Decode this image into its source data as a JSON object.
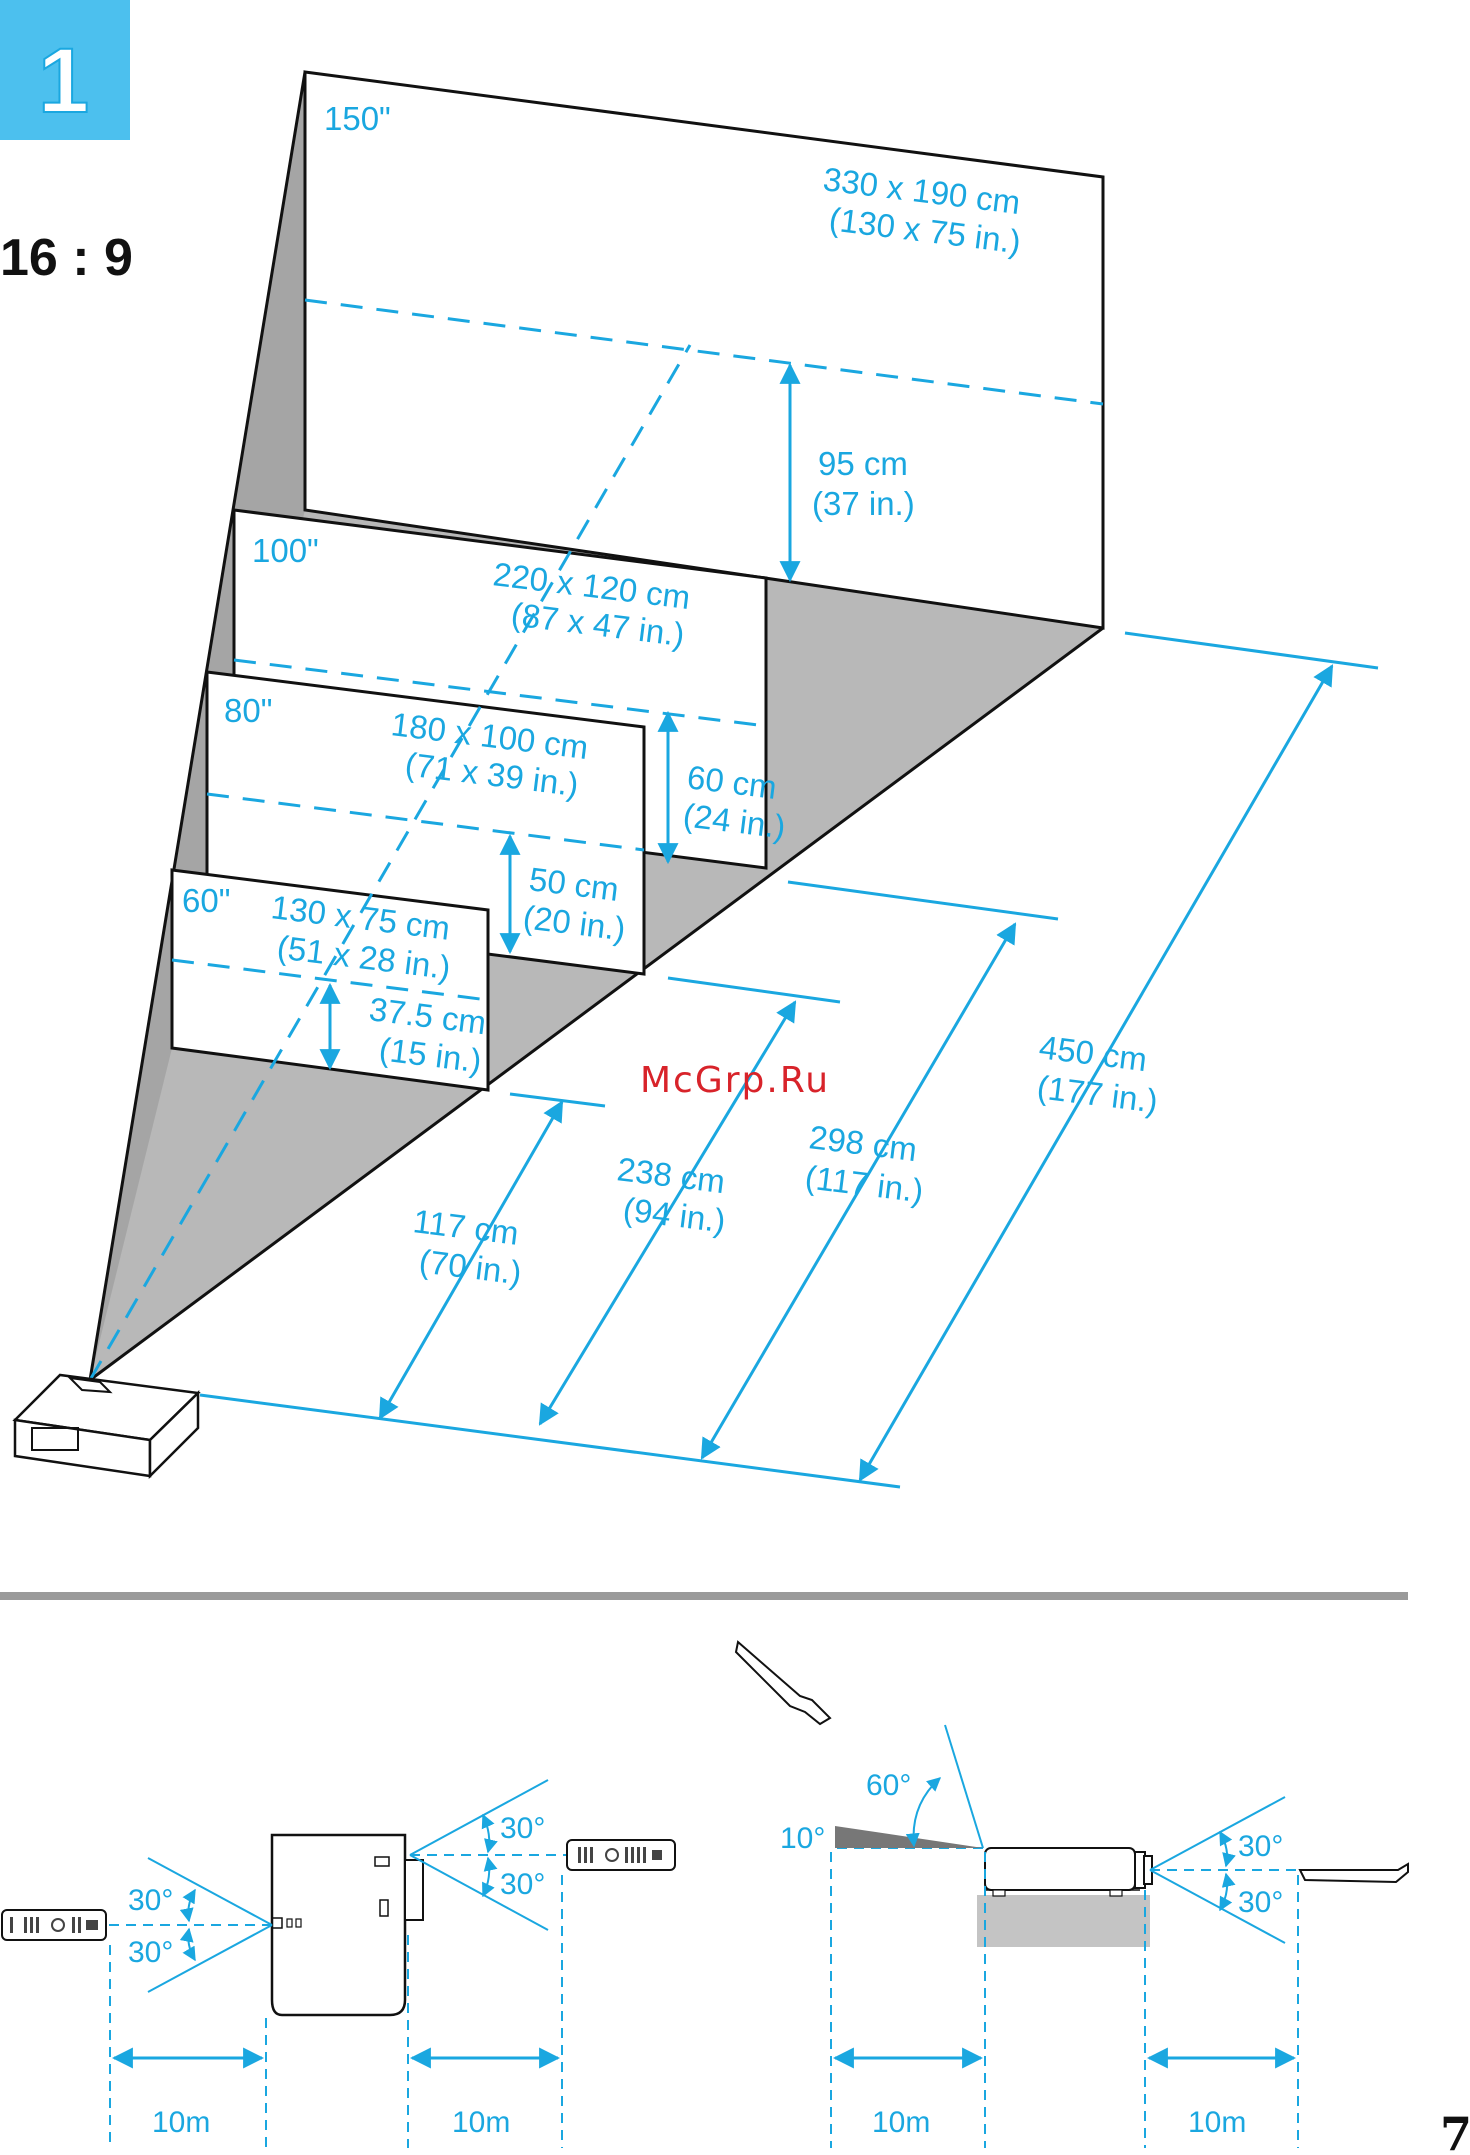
{
  "step_number": "1",
  "aspect_ratio": "16 : 9",
  "watermark": "McGrp.Ru",
  "page_number": "7",
  "accent_color": "#1aa7e0",
  "screens": [
    {
      "size_label": "150\"",
      "dim_cm": "330 x 190 cm",
      "dim_in": "(130 x 75 in.)",
      "offset_cm": "95 cm",
      "offset_in": "(37 in.)",
      "distance_cm": "450 cm",
      "distance_in": "(177 in.)"
    },
    {
      "size_label": "100\"",
      "dim_cm": "220 x 120 cm",
      "dim_in": "(87 x 47 in.)",
      "offset_cm": "60 cm",
      "offset_in": "(24 in.)",
      "distance_cm": "298 cm",
      "distance_in": "(117 in.)"
    },
    {
      "size_label": "80\"",
      "dim_cm": "180 x 100 cm",
      "dim_in": "(71 x 39 in.)",
      "offset_cm": "50 cm",
      "offset_in": "(20 in.)",
      "distance_cm": "238 cm",
      "distance_in": "(94 in.)"
    },
    {
      "size_label": "60\"",
      "dim_cm": "130 x 75 cm",
      "dim_in": "(51 x 28 in.)",
      "offset_cm": "37.5 cm",
      "offset_in": "(15 in.)",
      "distance_cm": "117 cm",
      "distance_in": "(70 in.)"
    }
  ],
  "remote_top_view": {
    "angle_top": "30°",
    "angle_bottom": "30°",
    "left_angle_top": "30°",
    "left_angle_bottom": "30°",
    "range_left": "10m",
    "range_right": "10m"
  },
  "remote_side_view": {
    "angle_up": "60°",
    "angle_down": "10°",
    "angle_top": "30°",
    "angle_bottom": "30°",
    "range_left": "10m",
    "range_right": "10m"
  }
}
